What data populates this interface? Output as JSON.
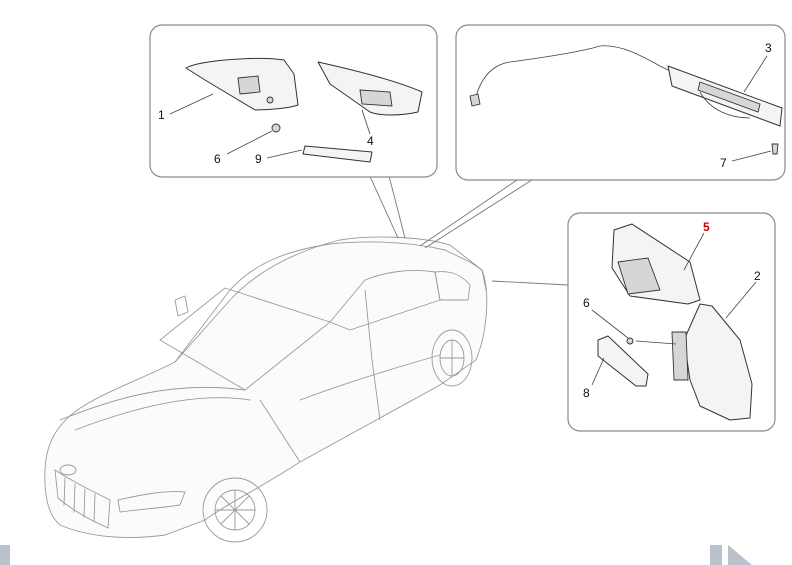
{
  "labels": {
    "l1": "1",
    "l2": "2",
    "l3": "3",
    "l4": "4",
    "l5": "5",
    "l6a": "6",
    "l6b": "6",
    "l7": "7",
    "l8": "8",
    "l9": "9"
  },
  "colors": {
    "highlight": "#cc0000",
    "frame": "#8a8a8a",
    "corner_marks": "#b8c2cc"
  }
}
